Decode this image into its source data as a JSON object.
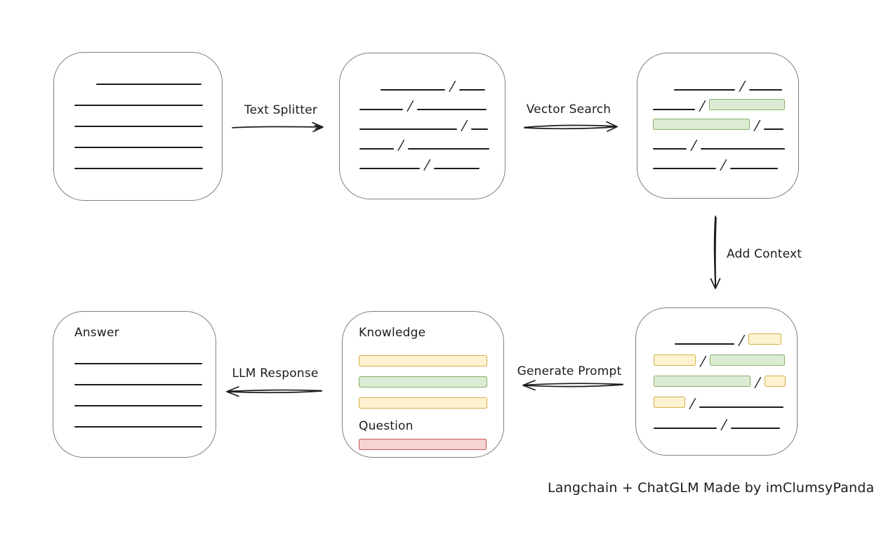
{
  "caption": "Langchain + ChatGLM Made by imClumsyPanda",
  "labels": {
    "text_splitter": "Text Splitter",
    "vector_search": "Vector Search",
    "add_context": "Add Context",
    "generate_prompt": "Generate Prompt",
    "llm_response": "LLM Response"
  },
  "glyphs": {
    "slash": "/"
  },
  "colors": {
    "background": "#ffffff",
    "ink": "#1c1c1c",
    "box_border": "#7f7f7f",
    "green_fill": "#dcebd3",
    "green_border": "#85b269",
    "yellow_fill": "#fdf3d0",
    "yellow_border": "#d7ad4a",
    "red_fill": "#f7d4d1",
    "red_border": "#c05a52"
  },
  "boxes": {
    "document": {
      "rows": [
        [
          {
            "t": "line",
            "w": 150,
            "ml": 31
          }
        ],
        [
          {
            "t": "line",
            "w": 183
          }
        ],
        [
          {
            "t": "line",
            "w": 183
          }
        ],
        [
          {
            "t": "line",
            "w": 183
          }
        ],
        [
          {
            "t": "line",
            "w": 183
          }
        ]
      ]
    },
    "chunks": {
      "rows": [
        [
          {
            "t": "line",
            "w": 92,
            "ml": 30
          },
          {
            "t": "slash"
          },
          {
            "t": "line",
            "w": 37
          }
        ],
        [
          {
            "t": "line",
            "w": 62
          },
          {
            "t": "slash"
          },
          {
            "t": "line",
            "w": 99
          }
        ],
        [
          {
            "t": "line",
            "w": 139
          },
          {
            "t": "slash"
          },
          {
            "t": "line",
            "w": 24
          }
        ],
        [
          {
            "t": "line",
            "w": 49
          },
          {
            "t": "slash"
          },
          {
            "t": "line",
            "w": 116
          }
        ],
        [
          {
            "t": "line",
            "w": 86
          },
          {
            "t": "slash"
          },
          {
            "t": "line",
            "w": 65
          }
        ]
      ]
    },
    "matches": {
      "rows": [
        [
          {
            "t": "line",
            "w": 87,
            "ml": 30
          },
          {
            "t": "slash"
          },
          {
            "t": "line",
            "w": 47
          }
        ],
        [
          {
            "t": "line",
            "w": 60
          },
          {
            "t": "slash"
          },
          {
            "t": "bar",
            "c": "green",
            "w": 108
          }
        ],
        [
          {
            "t": "bar",
            "c": "green",
            "w": 138
          },
          {
            "t": "slash"
          },
          {
            "t": "line",
            "w": 28
          }
        ],
        [
          {
            "t": "line",
            "w": 48
          },
          {
            "t": "slash"
          },
          {
            "t": "line",
            "w": 120
          }
        ],
        [
          {
            "t": "line",
            "w": 90
          },
          {
            "t": "slash"
          },
          {
            "t": "line",
            "w": 68
          }
        ]
      ]
    },
    "context": {
      "rows": [
        [
          {
            "t": "line",
            "w": 85,
            "ml": 30
          },
          {
            "t": "slash"
          },
          {
            "t": "bar",
            "c": "yellow",
            "w": 47
          }
        ],
        [
          {
            "t": "bar",
            "c": "yellow",
            "w": 60
          },
          {
            "t": "slash"
          },
          {
            "t": "bar",
            "c": "green",
            "w": 107
          }
        ],
        [
          {
            "t": "bar",
            "c": "green",
            "w": 138
          },
          {
            "t": "slash"
          },
          {
            "t": "bar",
            "c": "yellow",
            "w": 30
          }
        ],
        [
          {
            "t": "bar",
            "c": "yellow",
            "w": 45
          },
          {
            "t": "slash"
          },
          {
            "t": "line",
            "w": 120
          }
        ],
        [
          {
            "t": "line",
            "w": 90
          },
          {
            "t": "slash"
          },
          {
            "t": "line",
            "w": 70
          }
        ]
      ]
    },
    "prompt": {
      "knowledge_label": "Knowledge",
      "question_label": "Question",
      "knowledge_rows": [
        [
          {
            "t": "bar",
            "c": "yellow",
            "w": 183
          }
        ],
        [
          {
            "t": "bar",
            "c": "green",
            "w": 183
          }
        ],
        [
          {
            "t": "bar",
            "c": "yellow",
            "w": 183
          }
        ]
      ],
      "question_rows": [
        [
          {
            "t": "bar",
            "c": "red",
            "w": 182
          }
        ]
      ]
    },
    "answer": {
      "label": "Answer",
      "rows": [
        [
          {
            "t": "line",
            "w": 182
          }
        ],
        [
          {
            "t": "line",
            "w": 182
          }
        ],
        [
          {
            "t": "line",
            "w": 182
          }
        ],
        [
          {
            "t": "line",
            "w": 182
          }
        ]
      ]
    }
  }
}
